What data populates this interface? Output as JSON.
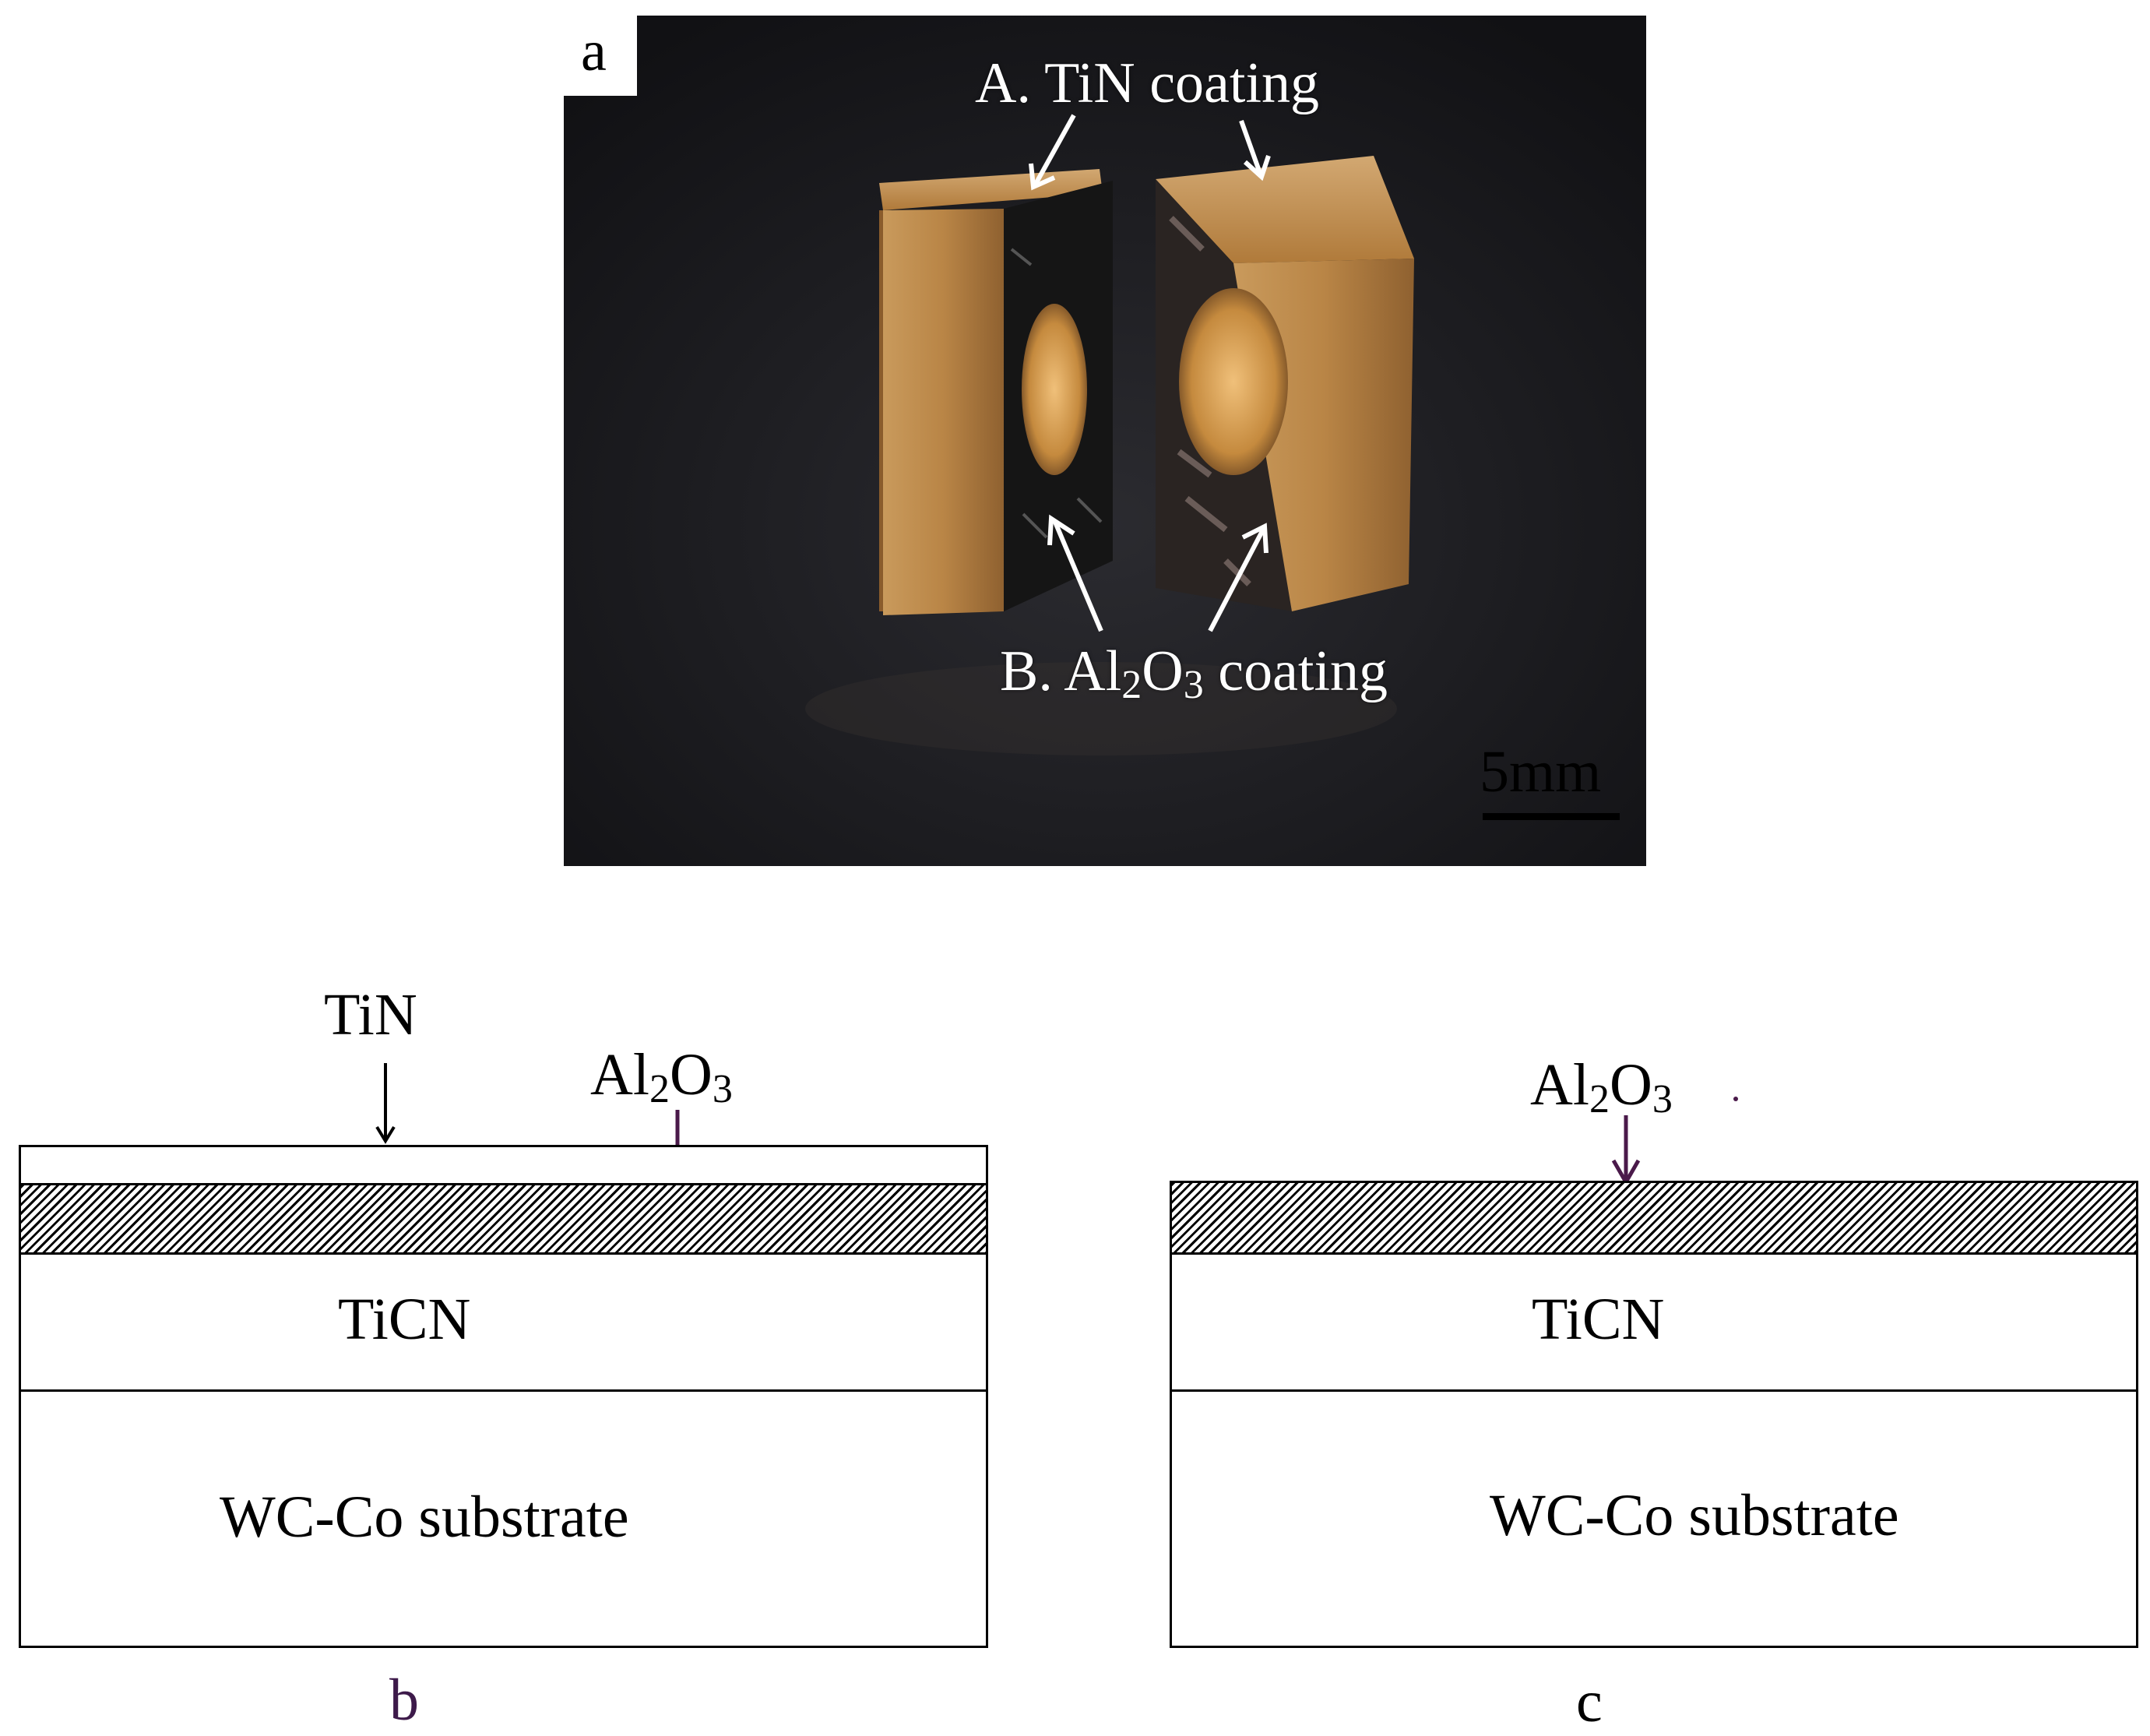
{
  "photo": {
    "panel_letter": "a",
    "label_tin": "A. TiN coating",
    "label_al2o3_prefix": "B. Al",
    "label_al2o3_sub1": "2",
    "label_al2o3_mid": "O",
    "label_al2o3_sub2": "3",
    "label_al2o3_suffix": " coating",
    "scale_bar": "5mm"
  },
  "diagram_b": {
    "top_label": "TiN",
    "al2o3_base": "Al",
    "al2o3_sub1": "2",
    "al2o3_mid": "O",
    "al2o3_sub2": "3",
    "layer_ticn": "TiCN",
    "layer_substrate": "WC-Co substrate",
    "caption": "b"
  },
  "diagram_c": {
    "al2o3_base": "Al",
    "al2o3_sub1": "2",
    "al2o3_mid": "O",
    "al2o3_sub2": "3",
    "layer_ticn": "TiCN",
    "layer_substrate": "WC-Co substrate",
    "caption": "c"
  },
  "colors": {
    "arrow_al2o3": "#4a1a4a",
    "caption_b": "#3d1a4a",
    "coating_gold": "#b07a3a",
    "photo_background": "#1a1a1e"
  }
}
